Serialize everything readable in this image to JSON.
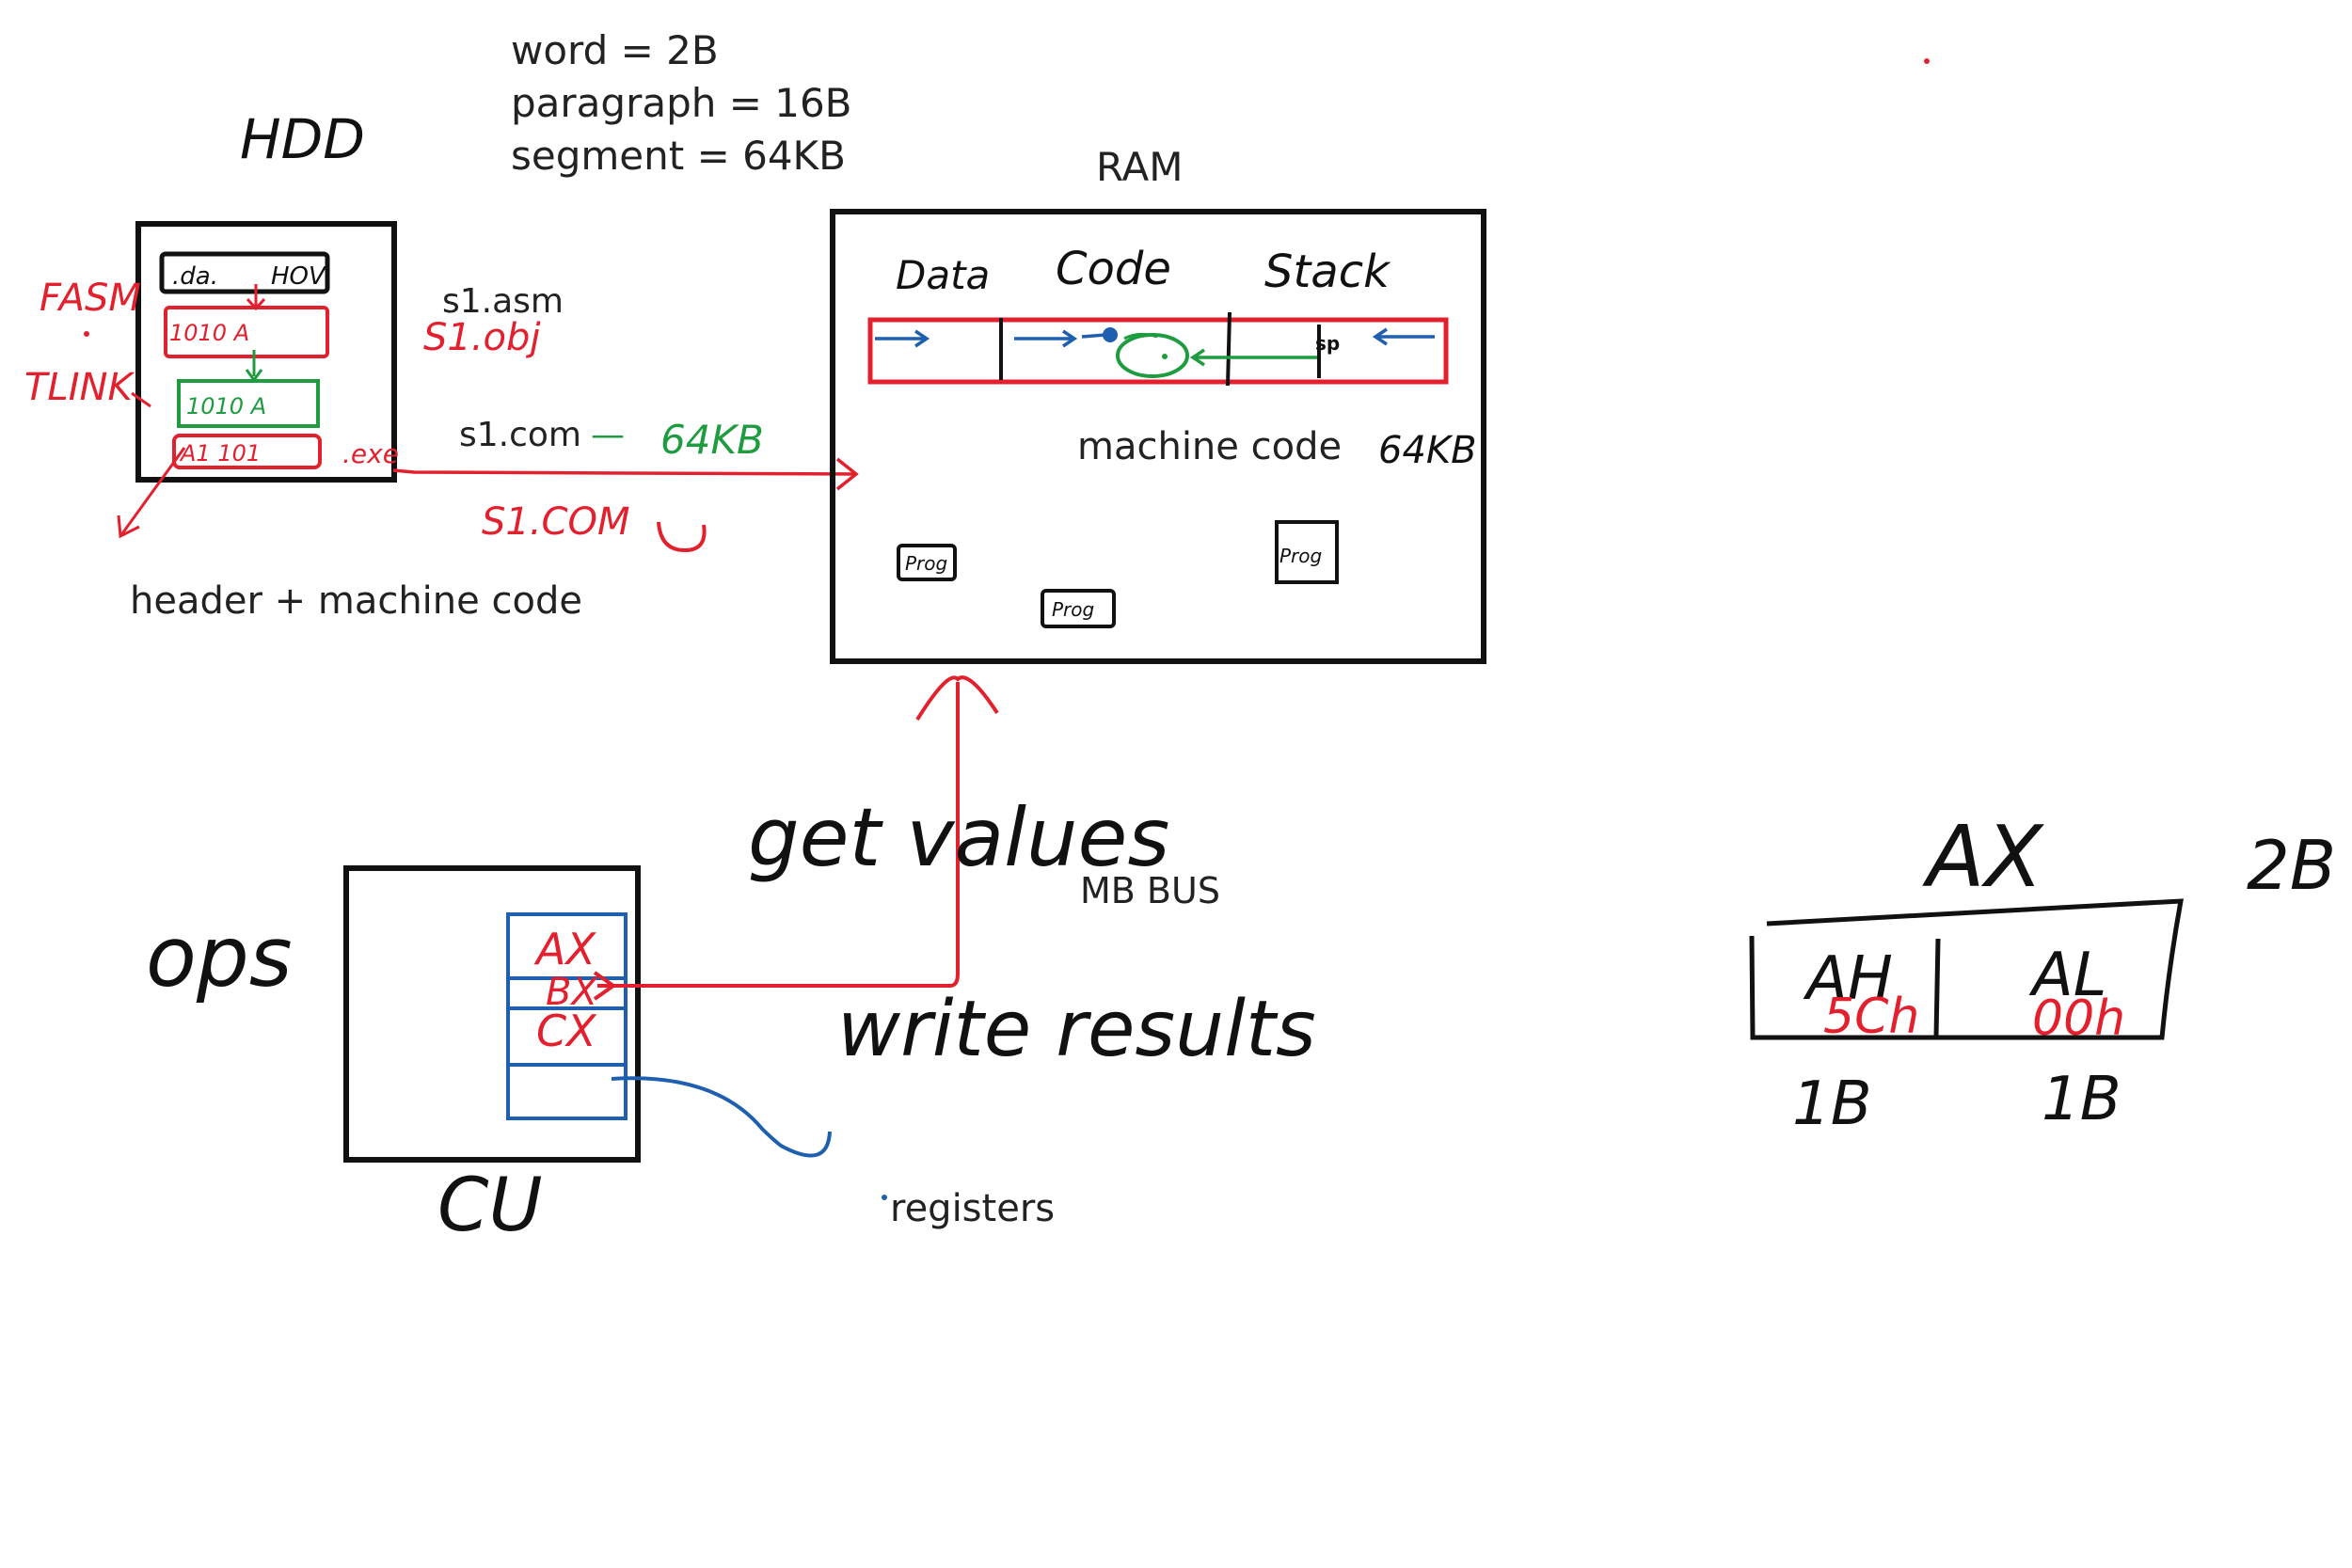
{
  "colors": {
    "ink": "#111111",
    "red": "#e3202e",
    "green": "#1e9c3f",
    "blue": "#1f5fb0"
  },
  "definitions": {
    "word": "word = 2B",
    "paragraph": "paragraph = 16B",
    "segment": "segment = 64KB"
  },
  "hdd": {
    "title": "HDD",
    "row1_a": ".da.",
    "row1_b": "HOV",
    "row2": "1010 A",
    "row3": "1010 A",
    "row4": "A1 101",
    "side_left_1": "FASM",
    "side_left_2": "TLINK",
    "exe_label": ".exe",
    "asm_file": "s1.asm",
    "obj_file": "S1.obj",
    "com_file": "s1.com",
    "com_dash": "—",
    "com_size": "64KB",
    "com_file_red": "S1.COM",
    "header_note": "header + machine code"
  },
  "ram": {
    "title": "RAM",
    "seg_data": "Data",
    "seg_code": "Code",
    "seg_stack": "Stack",
    "machine_code": "machine code",
    "size": "64KB",
    "prog1": "Prog",
    "prog2": "Prog",
    "prog3": "Prog"
  },
  "cpu": {
    "ops": "ops",
    "cu": "CU",
    "reg_ax": "AX",
    "reg_bx": "BX",
    "reg_cx": "CX",
    "get_values": "get values",
    "write_results": "write results",
    "mb_bus": "MB BUS",
    "registers": "registers"
  },
  "ax_register": {
    "name": "AX",
    "size": "2B",
    "ah": "AH",
    "al": "AL",
    "ah_value": "5Ch",
    "al_value": "00h",
    "ah_size": "1B",
    "al_size": "1B"
  }
}
